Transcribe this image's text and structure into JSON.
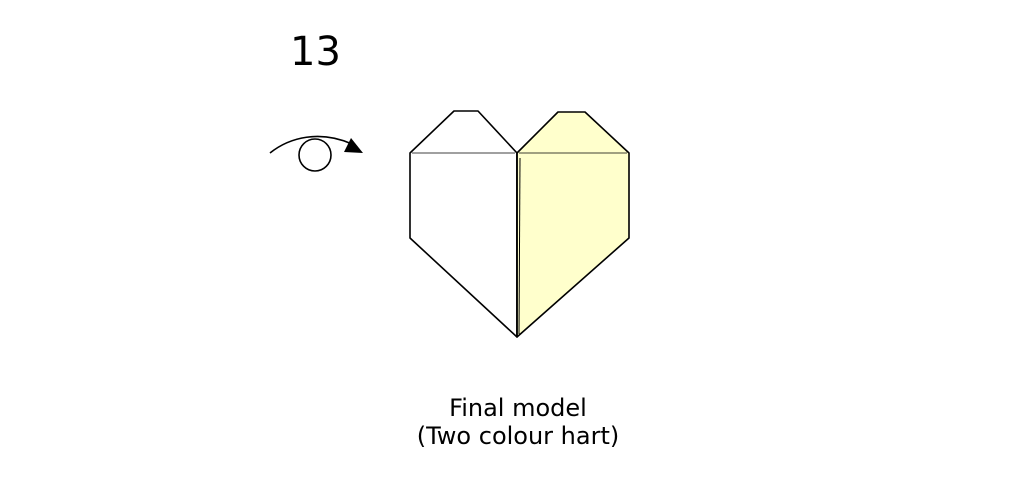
{
  "step": {
    "number": "13"
  },
  "caption": {
    "line1": "Final model",
    "line2": "(Two colour hart)"
  },
  "colors": {
    "paper_front": "#ffffff",
    "paper_back": "#ffffcc",
    "outline": "#000000"
  },
  "symbols": {
    "turn_over": "eye-turn-over-icon"
  }
}
